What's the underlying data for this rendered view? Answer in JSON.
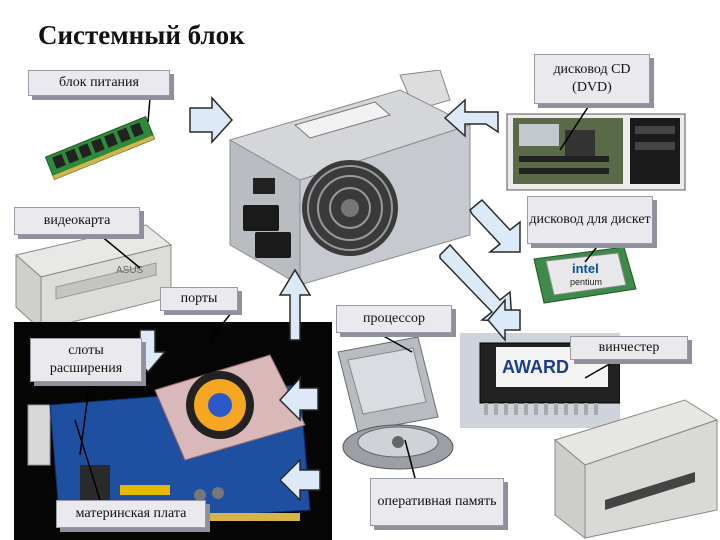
{
  "title": "Системный блок",
  "labels": {
    "power_supply": "блок питания",
    "cd_dvd_drive": "дисковод CD (DVD)",
    "video_card": "видеокарта",
    "floppy_drive": "дисковод для дискет",
    "ports": "порты",
    "processor": "процессор",
    "expansion_slots": "слоты расширения",
    "hard_drive": "винчестер",
    "motherboard": "материнская плата",
    "ram": "оперативная память"
  },
  "component_text": {
    "cpu_brand": "intel",
    "cpu_model": "pentium",
    "bios_brand": "AWARD"
  }
}
